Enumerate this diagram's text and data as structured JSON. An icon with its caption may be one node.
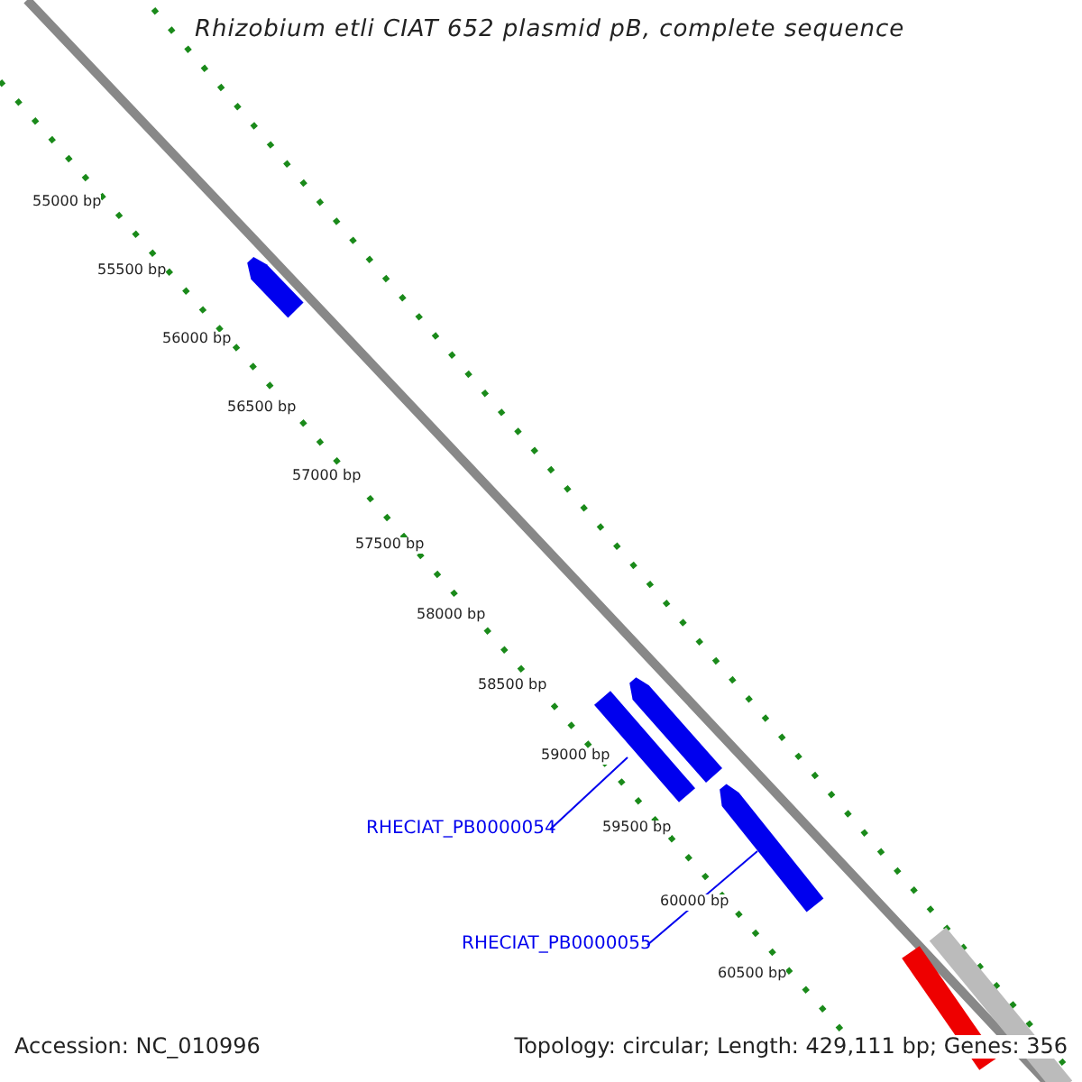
{
  "diagram": {
    "title": "Rhizobium etli CIAT 652 plasmid pB, complete sequence",
    "nodes": [
      {
        "text": [
          "RHECIAT_PB0000054"
        ]
      },
      {
        "text": [],
        "shape": "bar"
      },
      {
        "text": [
          "RHECIAT_PB0000055"
        ]
      },
      {
        "text": [],
        "shape": "arrow"
      }
    ],
    "edges": [
      {
        "from": 0,
        "to": 1,
        "arrow": "none"
      },
      {
        "from": 2,
        "to": 3,
        "arrow": "none"
      }
    ],
    "labels": [
      "55000 bp",
      "55500 bp",
      "56000 bp",
      "56500 bp",
      "57000 bp",
      "57500 bp",
      "58000 bp",
      "58500 bp",
      "59000 bp",
      "59500 bp",
      "60000 bp",
      "60500 bp",
      "Accession: NC_010996",
      "Topology: circular; Length: 429,111 bp; Genes: 356"
    ]
  }
}
